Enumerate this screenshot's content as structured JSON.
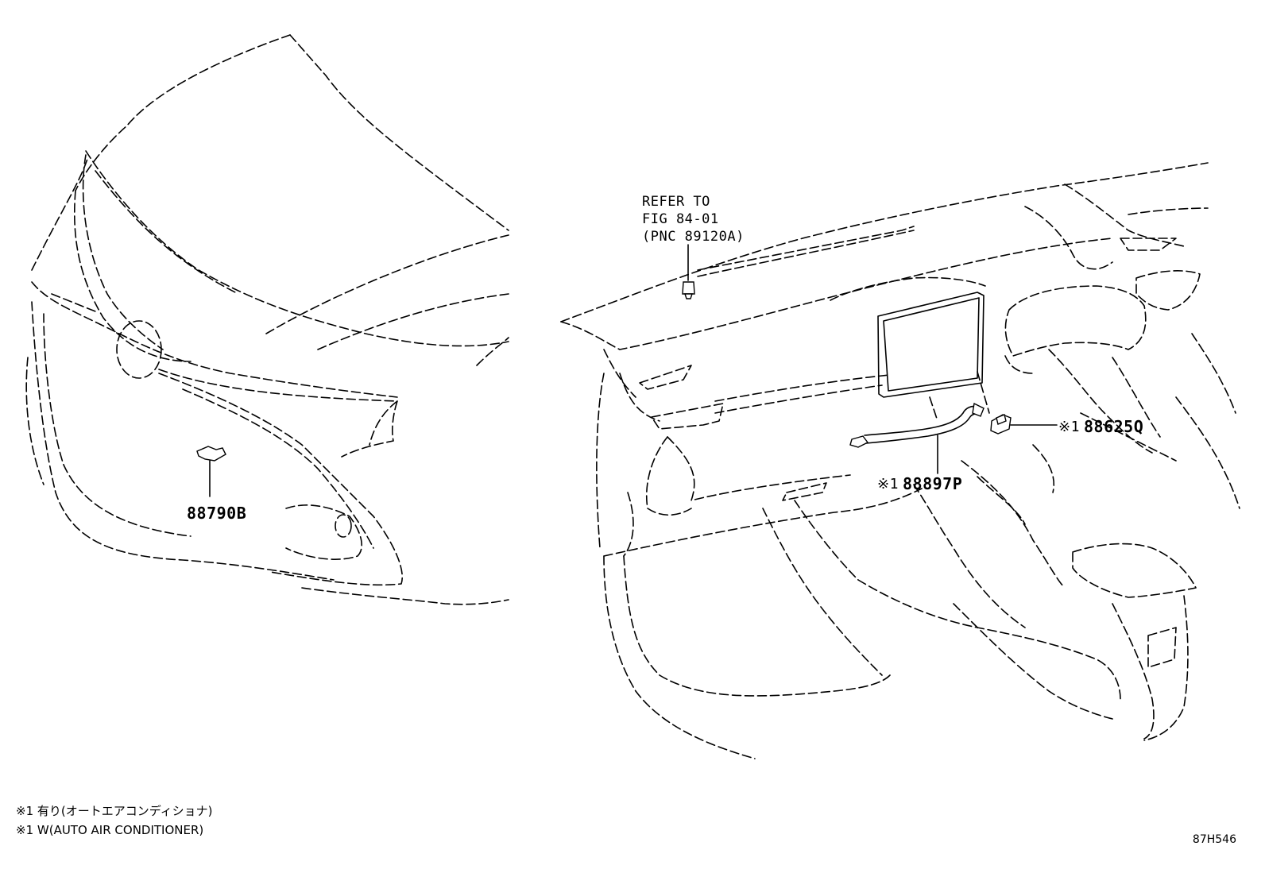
{
  "callouts": {
    "refer_line1": "REFER TO",
    "refer_line2": "FIG 84-01",
    "refer_line3": "(PNC 89120A)",
    "part_front_sensor": "88790B",
    "part_sensor_right_mark": "※1",
    "part_sensor_right": "88625Q",
    "part_hose_mark": "※1",
    "part_hose": "88897P"
  },
  "notes": {
    "line1": "※1 有り(オートエアコンディショナ)",
    "line2": "※1 W(AUTO AIR CONDITIONER)"
  },
  "figure_id": "87H546"
}
